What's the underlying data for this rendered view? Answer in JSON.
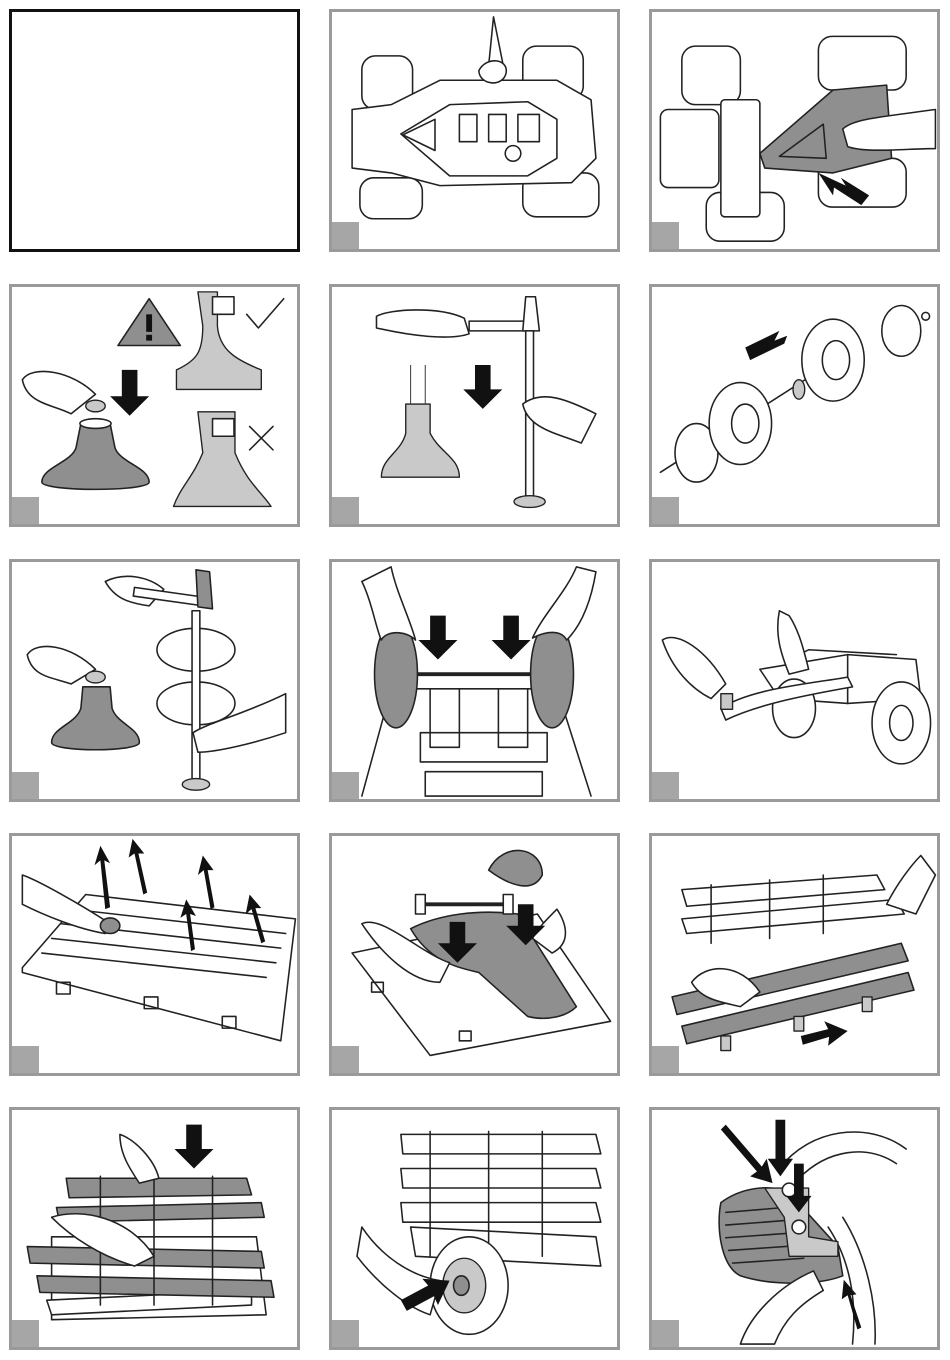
{
  "page": {
    "background": "#ffffff",
    "panel_border": "#9a9a9a",
    "badge_color": "#a6a6a6"
  },
  "panels": [
    {
      "id": "blank",
      "icon": "empty-frame"
    },
    {
      "id": "step-remove-screws",
      "icon": "screwdriver-icon"
    },
    {
      "id": "step-remove-cover",
      "icon": "arrow-icon"
    },
    {
      "id": "step-cap-orientation",
      "icon": "warning-icon",
      "marks": [
        "check-icon",
        "cross-icon"
      ]
    },
    {
      "id": "step-hammer-cap",
      "icon": "hammer-icon"
    },
    {
      "id": "step-wheel-assembly",
      "icon": "arrow-icon"
    },
    {
      "id": "step-hammer-axle",
      "icon": "hammer-icon"
    },
    {
      "id": "step-mount-wheels",
      "icon": "arrow-icon"
    },
    {
      "id": "step-attach-drawbar",
      "icon": "bolt-icon"
    },
    {
      "id": "step-remove-plugs",
      "icon": "arrow-icon"
    },
    {
      "id": "step-fit-axle-frame",
      "icon": "arrow-icon"
    },
    {
      "id": "step-slide-rails",
      "icon": "arrow-icon"
    },
    {
      "id": "step-press-rails",
      "icon": "arrow-icon"
    },
    {
      "id": "step-push-hubcap",
      "icon": "arrow-icon"
    },
    {
      "id": "step-clip-bracket",
      "icon": "arrow-icon"
    }
  ]
}
